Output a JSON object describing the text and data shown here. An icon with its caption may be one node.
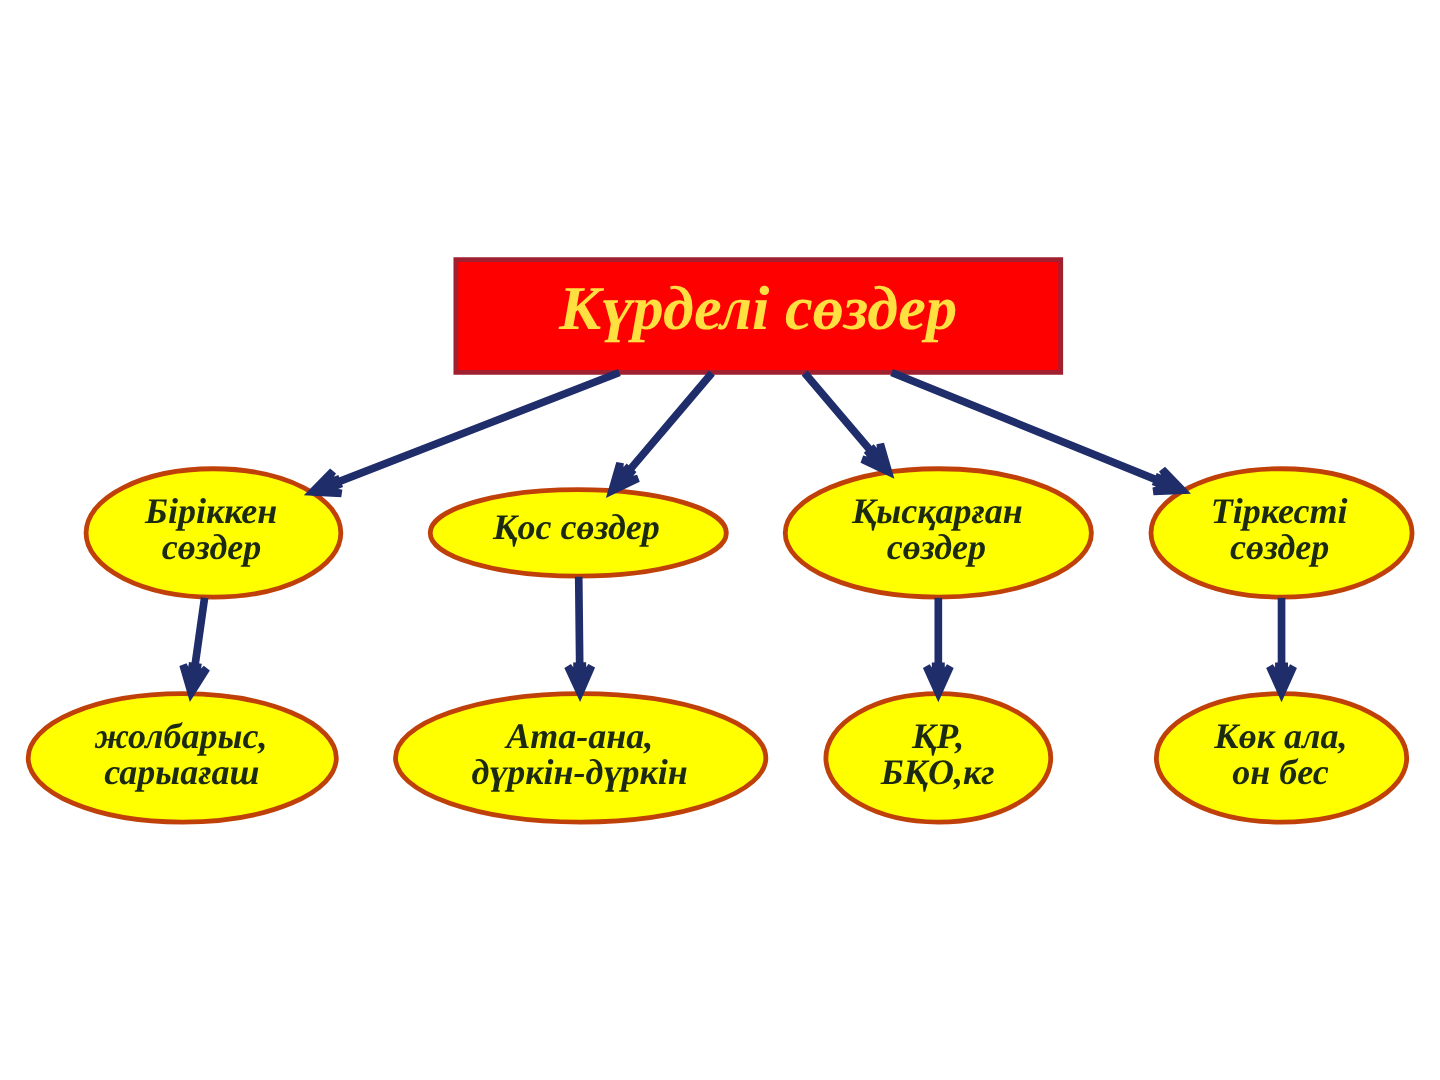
{
  "diagram": {
    "nodes": [
      {
        "text": [
          "Күрделі сөздер"
        ]
      },
      {
        "text": [
          "Біріккен сөздер"
        ]
      },
      {
        "text": [
          "Қос сөздер"
        ]
      },
      {
        "text": [
          "Қысқарған сөздер"
        ]
      },
      {
        "text": [
          "Тіркесті сөздер"
        ]
      },
      {
        "text": [
          "жолбарыс, сарыағаш"
        ]
      },
      {
        "text": [
          "Ата-ана, дүркін-дүркін"
        ]
      },
      {
        "text": [
          "ҚР, БҚО,кг"
        ]
      },
      {
        "text": [
          "Көк ала, он бес"
        ]
      }
    ],
    "edges": [
      {
        "from": 0,
        "to": 1,
        "arrow": "to"
      },
      {
        "from": 0,
        "to": 2,
        "arrow": "to"
      },
      {
        "from": 0,
        "to": 3,
        "arrow": "to"
      },
      {
        "from": 0,
        "to": 4,
        "arrow": "to"
      },
      {
        "from": 1,
        "to": 5,
        "arrow": "to"
      },
      {
        "from": 2,
        "to": 6,
        "arrow": "to"
      },
      {
        "from": 3,
        "to": 7,
        "arrow": "to"
      },
      {
        "from": 4,
        "to": 8,
        "arrow": "to"
      }
    ]
  }
}
